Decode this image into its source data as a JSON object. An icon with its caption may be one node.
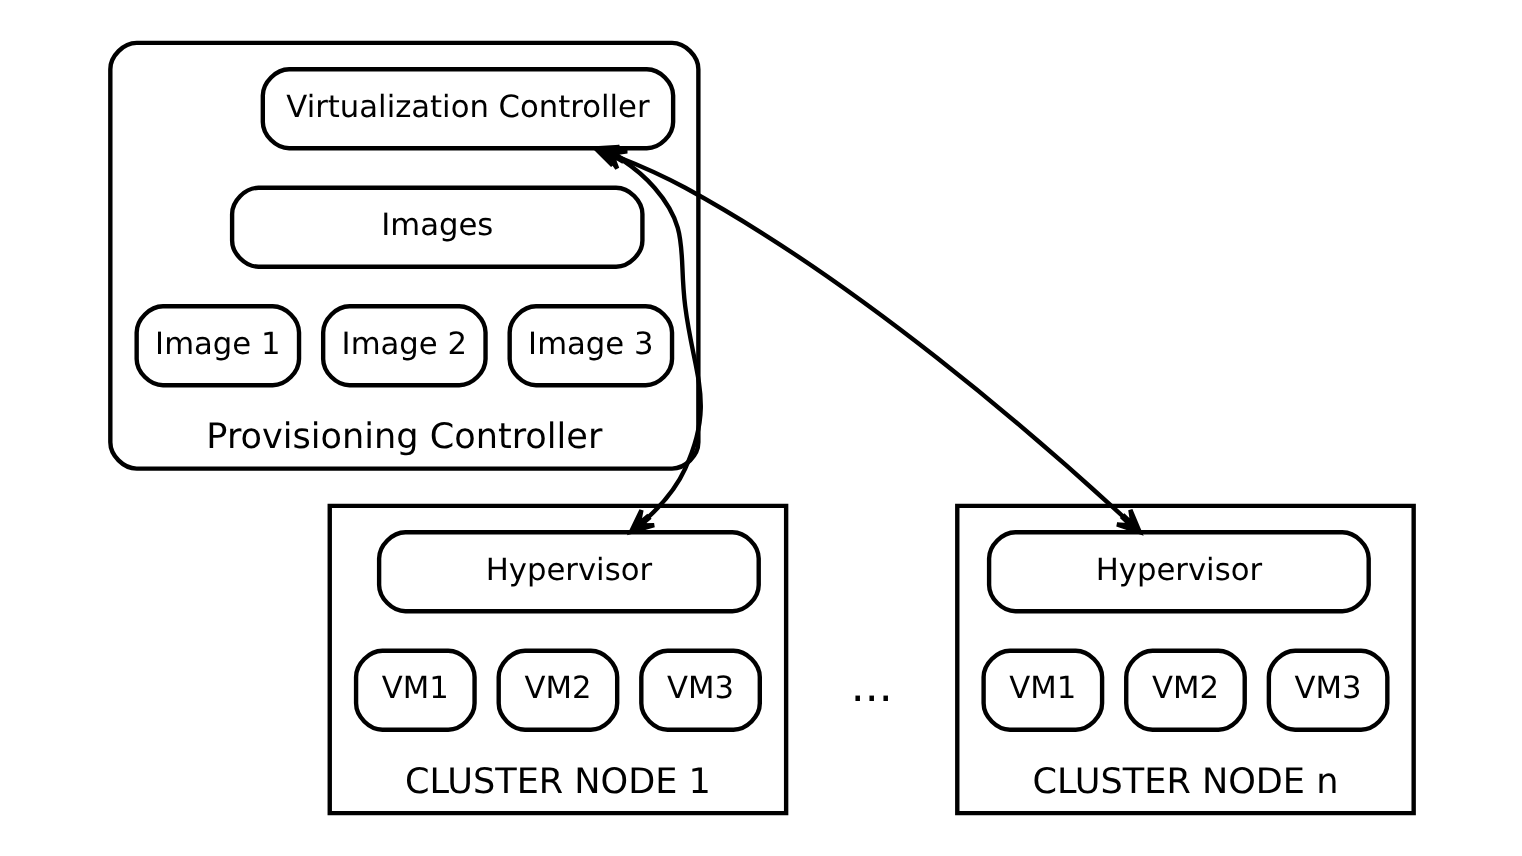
{
  "diagram": {
    "nodes": [
      {
        "text": [
          "Provisioning Controller"
        ]
      },
      {
        "text": [
          "Virtualization Controller"
        ],
        "in": 0
      },
      {
        "text": [
          "Images"
        ],
        "in": 0
      },
      {
        "text": [
          "Image 1"
        ],
        "in": 0
      },
      {
        "text": [
          "Image 2"
        ],
        "in": 0
      },
      {
        "text": [
          "Image 3"
        ],
        "in": 0
      },
      {
        "text": [
          "CLUSTER NODE 1"
        ]
      },
      {
        "text": [
          "Hypervisor"
        ],
        "in": 6
      },
      {
        "text": [
          "VM1"
        ],
        "in": 6
      },
      {
        "text": [
          "VM2"
        ],
        "in": 6
      },
      {
        "text": [
          "VM3"
        ],
        "in": 6
      },
      {
        "text": [
          "CLUSTER NODE n"
        ]
      },
      {
        "text": [
          "Hypervisor"
        ],
        "in": 11
      },
      {
        "text": [
          "VM1"
        ],
        "in": 11
      },
      {
        "text": [
          "VM2"
        ],
        "in": 11
      },
      {
        "text": [
          "VM3"
        ],
        "in": 11
      }
    ],
    "edges": [
      {
        "from": 1,
        "to": 7,
        "arrow": "both"
      },
      {
        "from": 1,
        "to": 12,
        "arrow": "both"
      }
    ],
    "labels": [
      "..."
    ]
  }
}
